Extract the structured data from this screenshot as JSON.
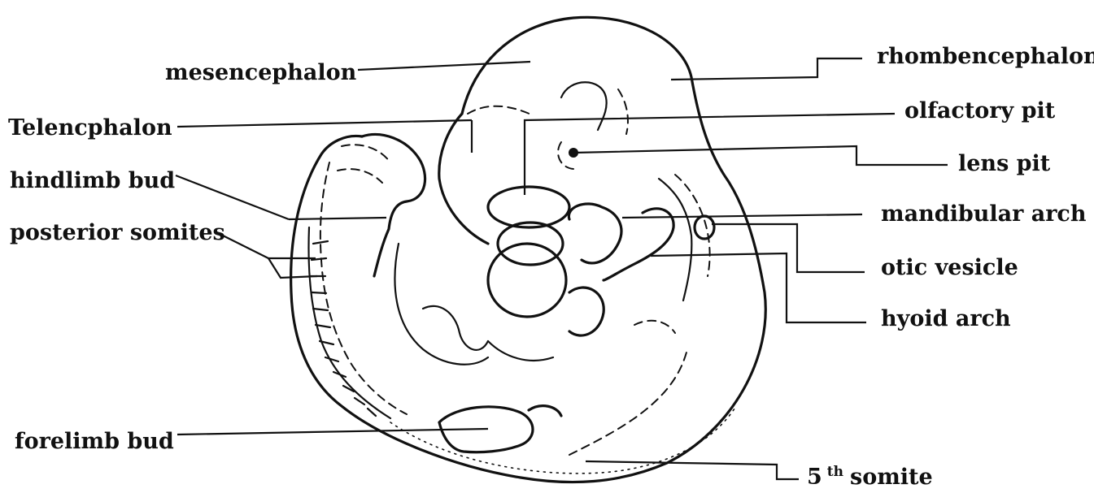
{
  "labels": {
    "mesencephalon": "mesencephalon",
    "rhombencephalon": "rhombencephalon",
    "telencephalon": "Telencphalon",
    "olfactory_pit": "olfactory pit",
    "hindlimb_bud": "hindlimb bud",
    "lens_pit": "lens pit",
    "posterior_somites": "posterior somites",
    "mandibular_arch": "mandibular arch",
    "otic_vesicle": "otic vesicle",
    "hyoid_arch": "hyoid arch",
    "forelimb_bud": "forelimb bud",
    "fifth_somite_num": "5",
    "fifth_somite_sup": "th",
    "fifth_somite_word": "somite"
  }
}
